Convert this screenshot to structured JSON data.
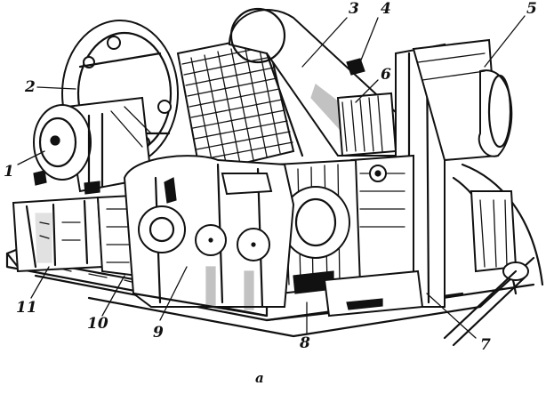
{
  "figure": {
    "caption": "a",
    "labels": {
      "l1": "1",
      "l2": "2",
      "l3": "3",
      "l4": "4",
      "l5": "5",
      "l6": "6",
      "l7": "7",
      "l8": "8",
      "l9": "9",
      "l10": "10",
      "l11": "11"
    }
  }
}
